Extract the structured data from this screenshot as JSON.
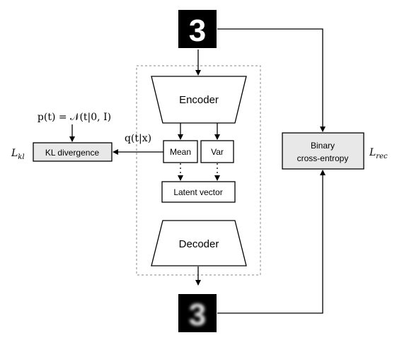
{
  "input_digit": "3",
  "output_digit": "3",
  "encoder_label": "Encoder",
  "decoder_label": "Decoder",
  "mean_label": "Mean",
  "var_label": "Var",
  "latent_label": "Latent vector",
  "kl_box_label": "KL divergence",
  "bce_line1": "Binary",
  "bce_line2": "cross-entropy",
  "posterior_label": "q(t|x)",
  "prior_label": "p(t) = 𝒩(t|0, I)",
  "loss_kl_symbol": "L",
  "loss_kl_sub": "kl",
  "loss_rec_symbol": "L",
  "loss_rec_sub": "rec"
}
